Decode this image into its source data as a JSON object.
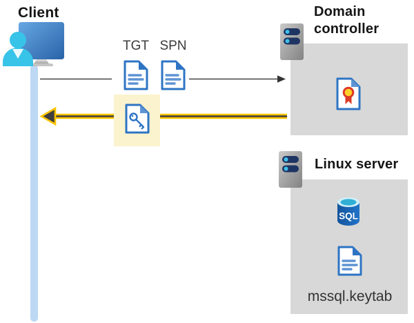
{
  "client": {
    "label": "Client"
  },
  "flow": {
    "tgt_label": "TGT",
    "spn_label": "SPN"
  },
  "domain_controller": {
    "label": "Domain controller"
  },
  "linux_server": {
    "label": "Linux server",
    "sql_badge": "SQL",
    "keytab_label": "mssql.keytab"
  },
  "icons": {
    "client-computer-icon": "monitor with person silhouette",
    "server-icon": "server rack with two indicator bars",
    "document-icon": "document with folded corner and text lines",
    "key-document-icon": "document with key glyph (highlighted ticket)",
    "certificate-icon": "document with award ribbon",
    "sql-database-icon": "blue database cylinder labeled SQL"
  },
  "colors": {
    "panel_gray": "#D8D8D8",
    "highlight_yellow": "#FBF3CD",
    "arrow_yellow": "#FFC400",
    "arrow_dark": "#3F3F3F",
    "gray_arrow": "#5A5A5A",
    "doc_blue": "#2E74C4",
    "doc_line_blue": "#5E94D4",
    "lifeline_blue": "#BDD8F3",
    "person_cyan": "#38C3E9",
    "monitor_blue": "#2A63A8",
    "sql_blue": "#1760B2",
    "sql_rim_cyan": "#31AFD4",
    "cert_red": "#DC3A26",
    "cert_yellow": "#FFD028",
    "server_pill_navy": "#1E3563",
    "server_dot_cyan": "#3EC1E9"
  }
}
